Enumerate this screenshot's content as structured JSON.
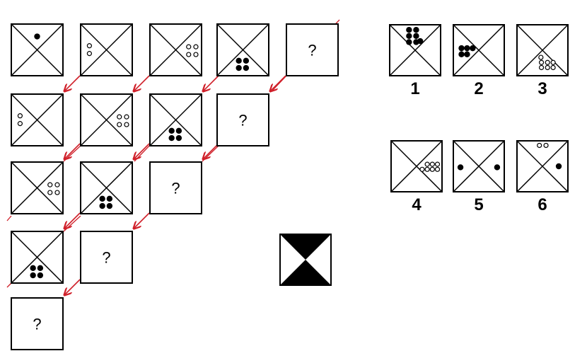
{
  "colors": {
    "stroke": "#000000",
    "arrow": "#d0202a",
    "fill": "#000000",
    "background": "#ffffff"
  },
  "puzzle": {
    "question_mark": "?",
    "cells": [
      {
        "id": "r1c1",
        "row": 1,
        "col": 1,
        "pattern": "one-black-dot-top-triangle"
      },
      {
        "id": "r1c2",
        "row": 1,
        "col": 2,
        "pattern": "two-white-circles-left-triangle"
      },
      {
        "id": "r1c3",
        "row": 1,
        "col": 3,
        "pattern": "four-white-circles-right-triangle"
      },
      {
        "id": "r1c4",
        "row": 1,
        "col": 4,
        "pattern": "four-black-dots-bottom-triangle"
      },
      {
        "id": "r1c5",
        "row": 1,
        "col": 5,
        "pattern": "question"
      },
      {
        "id": "r2c1",
        "row": 2,
        "col": 1,
        "pattern": "two-white-circles-left-triangle"
      },
      {
        "id": "r2c2",
        "row": 2,
        "col": 2,
        "pattern": "four-white-circles-right-triangle"
      },
      {
        "id": "r2c3",
        "row": 2,
        "col": 3,
        "pattern": "four-black-dots-bottom-triangle"
      },
      {
        "id": "r2c4",
        "row": 2,
        "col": 4,
        "pattern": "question"
      },
      {
        "id": "r3c1",
        "row": 3,
        "col": 1,
        "pattern": "four-white-circles-right-triangle"
      },
      {
        "id": "r3c2",
        "row": 3,
        "col": 2,
        "pattern": "four-black-dots-bottom-triangle"
      },
      {
        "id": "r3c3",
        "row": 3,
        "col": 3,
        "pattern": "question"
      },
      {
        "id": "r4c1",
        "row": 4,
        "col": 1,
        "pattern": "four-black-dots-bottom-triangle"
      },
      {
        "id": "r4c2",
        "row": 4,
        "col": 2,
        "pattern": "question"
      },
      {
        "id": "r5c1",
        "row": 5,
        "col": 1,
        "pattern": "question"
      }
    ]
  },
  "options": [
    {
      "label": "1",
      "pattern": "eight-black-dots-top-triangle"
    },
    {
      "label": "2",
      "pattern": "five-black-dots-left-triangle"
    },
    {
      "label": "3",
      "pattern": "six-white-circles-bottom-triangle"
    },
    {
      "label": "4",
      "pattern": "six-white-circles-right-triangle"
    },
    {
      "label": "5",
      "pattern": "black-dots-left-and-right-triangles"
    },
    {
      "label": "6",
      "pattern": "white-circles-top-black-dot-right"
    }
  ],
  "legend": {
    "pattern": "hourglass-black-top-bottom"
  }
}
